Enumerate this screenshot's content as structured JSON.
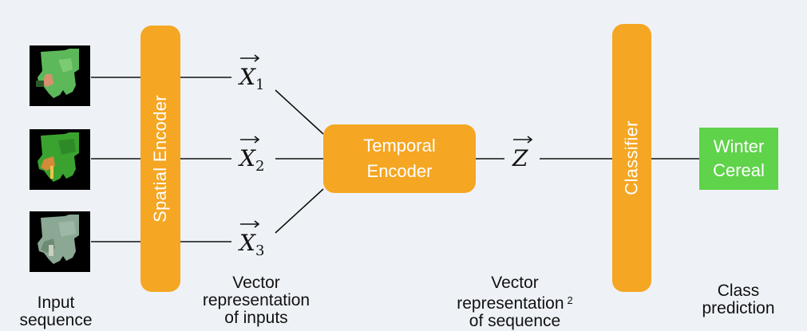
{
  "blocks": {
    "spatial_encoder": "Spatial Encoder",
    "temporal_encoder_line1": "Temporal",
    "temporal_encoder_line2": "Encoder",
    "classifier": "Classifier"
  },
  "output": {
    "class_line1": "Winter",
    "class_line2": "Cereal"
  },
  "vectors": {
    "x1_letter": "X",
    "x1_sub": "1",
    "x2_letter": "X",
    "x2_sub": "2",
    "x3_letter": "X",
    "x3_sub": "3",
    "z_letter": "Z"
  },
  "captions": {
    "input_line1": "Input",
    "input_line2": "sequence",
    "vec_inputs_line1": "Vector",
    "vec_inputs_line2": "representation",
    "vec_inputs_line3": "of inputs",
    "vec_seq_line1": "Vector",
    "vec_seq_line2": "representation",
    "vec_seq_footnote": "2",
    "vec_seq_line3": "of sequence",
    "class_line1": "Class",
    "class_line2": "prediction"
  },
  "colors": {
    "background": "#eef2f7",
    "encoder_orange": "#f5a623",
    "class_green": "#5fd34a",
    "thumb_green_1": "#5db85a",
    "thumb_green_2": "#3aa32f",
    "thumb_green_3": "#8aa893"
  }
}
